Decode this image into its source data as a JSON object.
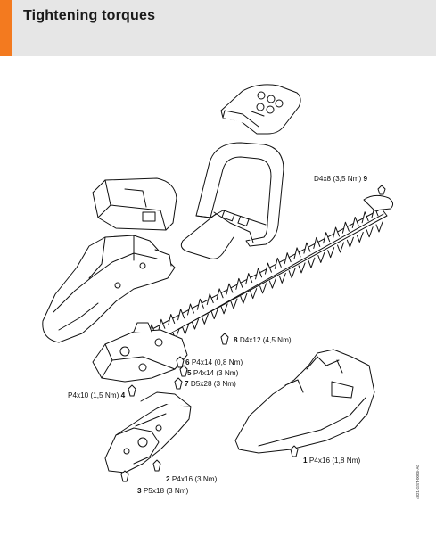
{
  "page": {
    "title": "Tightening torques",
    "doc_id": "4821-GST-0006-A0",
    "accent_color": "#f37a1f",
    "header_background": "#e6e6e6"
  },
  "callouts": [
    {
      "num": "1",
      "spec": "P4x16 (1,8 Nm)"
    },
    {
      "num": "2",
      "spec": "P4x16 (3 Nm)"
    },
    {
      "num": "3",
      "spec": "P5x18 (3 Nm)"
    },
    {
      "num": "4",
      "spec": "P4x10 (1,5 Nm)"
    },
    {
      "num": "5",
      "spec": "P4x14 (3 Nm)"
    },
    {
      "num": "6",
      "spec": "P4x14 (0,8 Nm)"
    },
    {
      "num": "7",
      "spec": "D5x28 (3 Nm)"
    },
    {
      "num": "8",
      "spec": "D4x12 (4,5 Nm)"
    },
    {
      "num": "9",
      "spec": "D4x8 (3,5 Nm)"
    }
  ]
}
